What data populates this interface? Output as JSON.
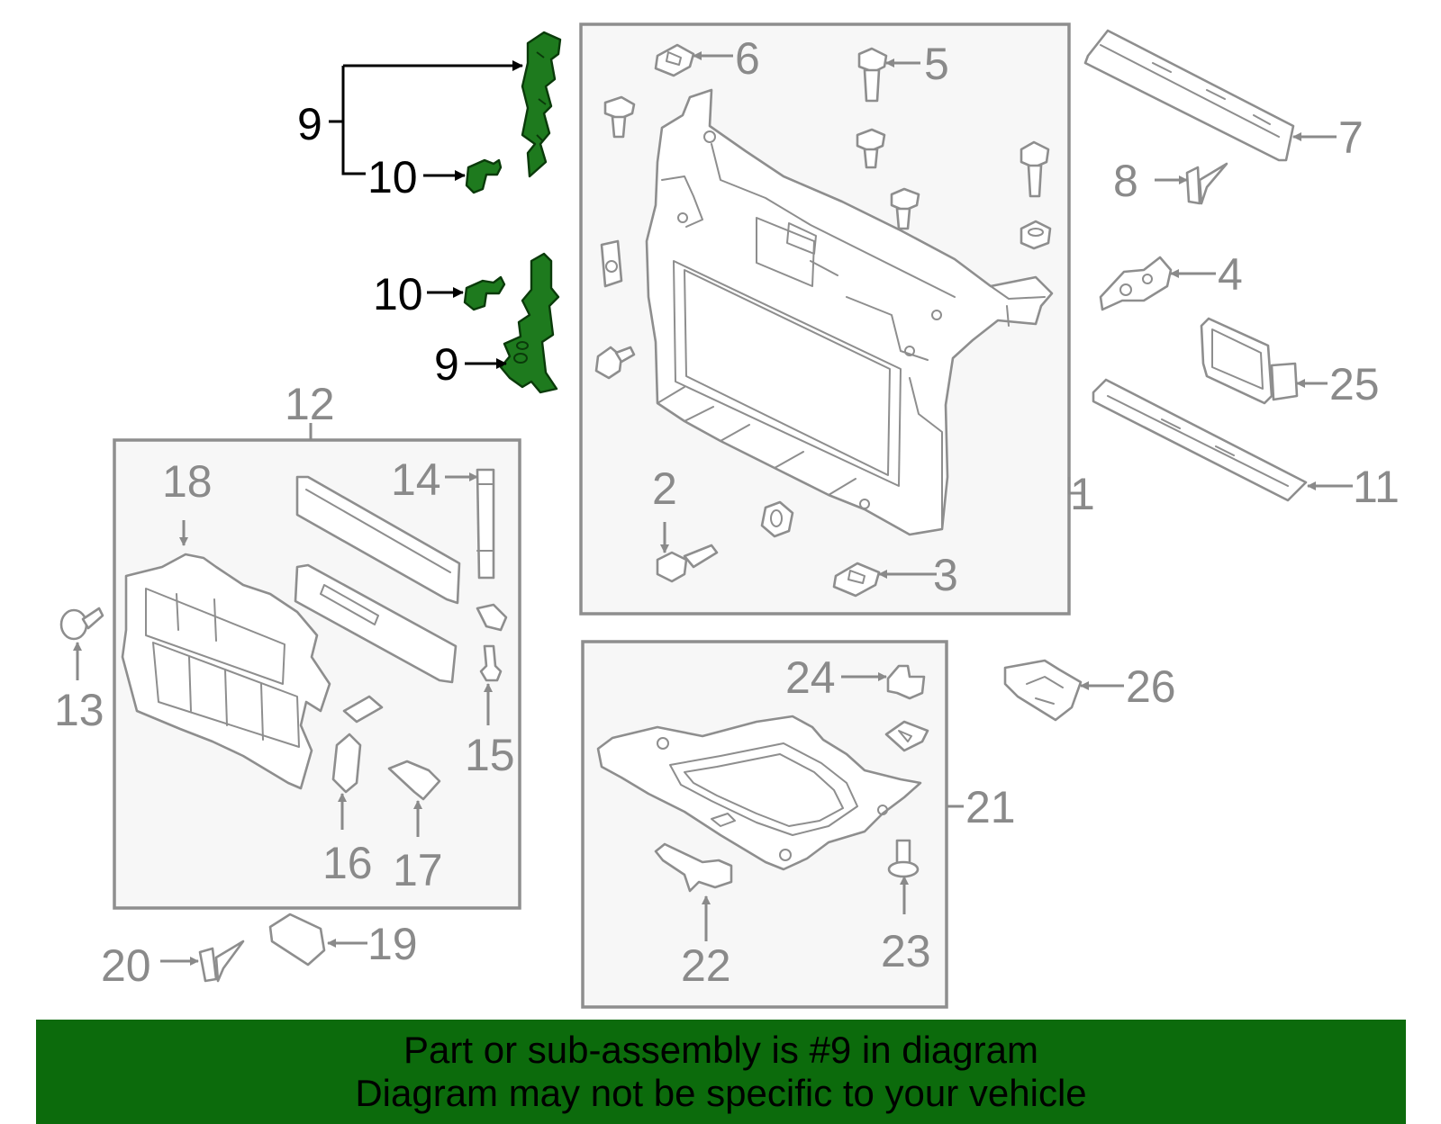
{
  "colors": {
    "highlight_part": "#1e7a1e",
    "banner_background": "#0c6b0c",
    "line_gray": "#8e8e8e",
    "highlight_text": "#000000"
  },
  "callouts": {
    "c1": "1",
    "c2": "2",
    "c3": "3",
    "c4": "4",
    "c5": "5",
    "c6": "6",
    "c7": "7",
    "c8": "8",
    "c9a": "9",
    "c9b": "9",
    "c10a": "10",
    "c10b": "10",
    "c11": "11",
    "c12": "12",
    "c13": "13",
    "c14": "14",
    "c15": "15",
    "c16": "16",
    "c17": "17",
    "c18": "18",
    "c19": "19",
    "c20": "20",
    "c21": "21",
    "c22": "22",
    "c23": "23",
    "c24": "24",
    "c25": "25",
    "c26": "26"
  },
  "highlighted_part": "9",
  "banner": {
    "line1": "Part or sub-assembly is #9 in diagram",
    "line2": "Diagram may not be specific to your vehicle"
  }
}
